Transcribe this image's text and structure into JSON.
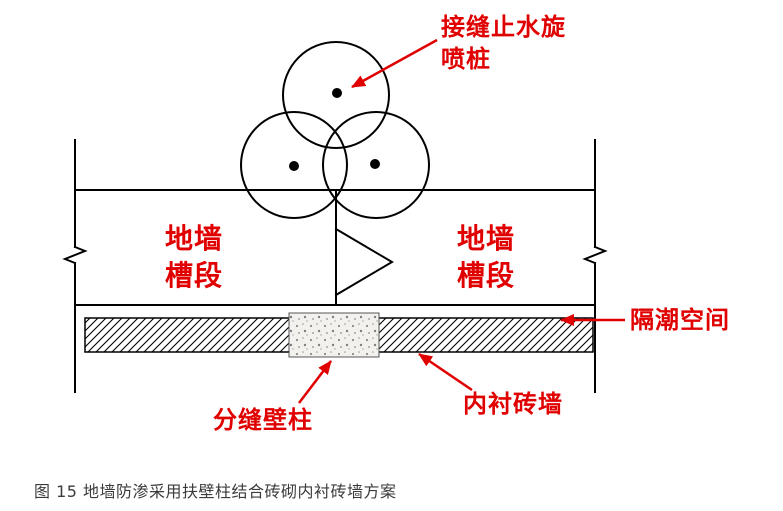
{
  "colors": {
    "accent_red": "#e00000",
    "line_black": "#000000",
    "caption_text": "#3b3b3b",
    "stipple_bg": "#f3f1ed"
  },
  "diagram": {
    "labels": {
      "jet_pile_line1": "接缝止水旋",
      "jet_pile_line2": "喷桩",
      "wall_segment_line1": "地墙",
      "wall_segment_line2": "槽段",
      "damp_space": "隔潮空间",
      "joint_buttress": "分缝壁柱",
      "inner_brick_wall": "内衬砖墙"
    }
  },
  "caption": "图 15 地墙防渗采用扶壁柱结合砖砌内衬砖墙方案"
}
